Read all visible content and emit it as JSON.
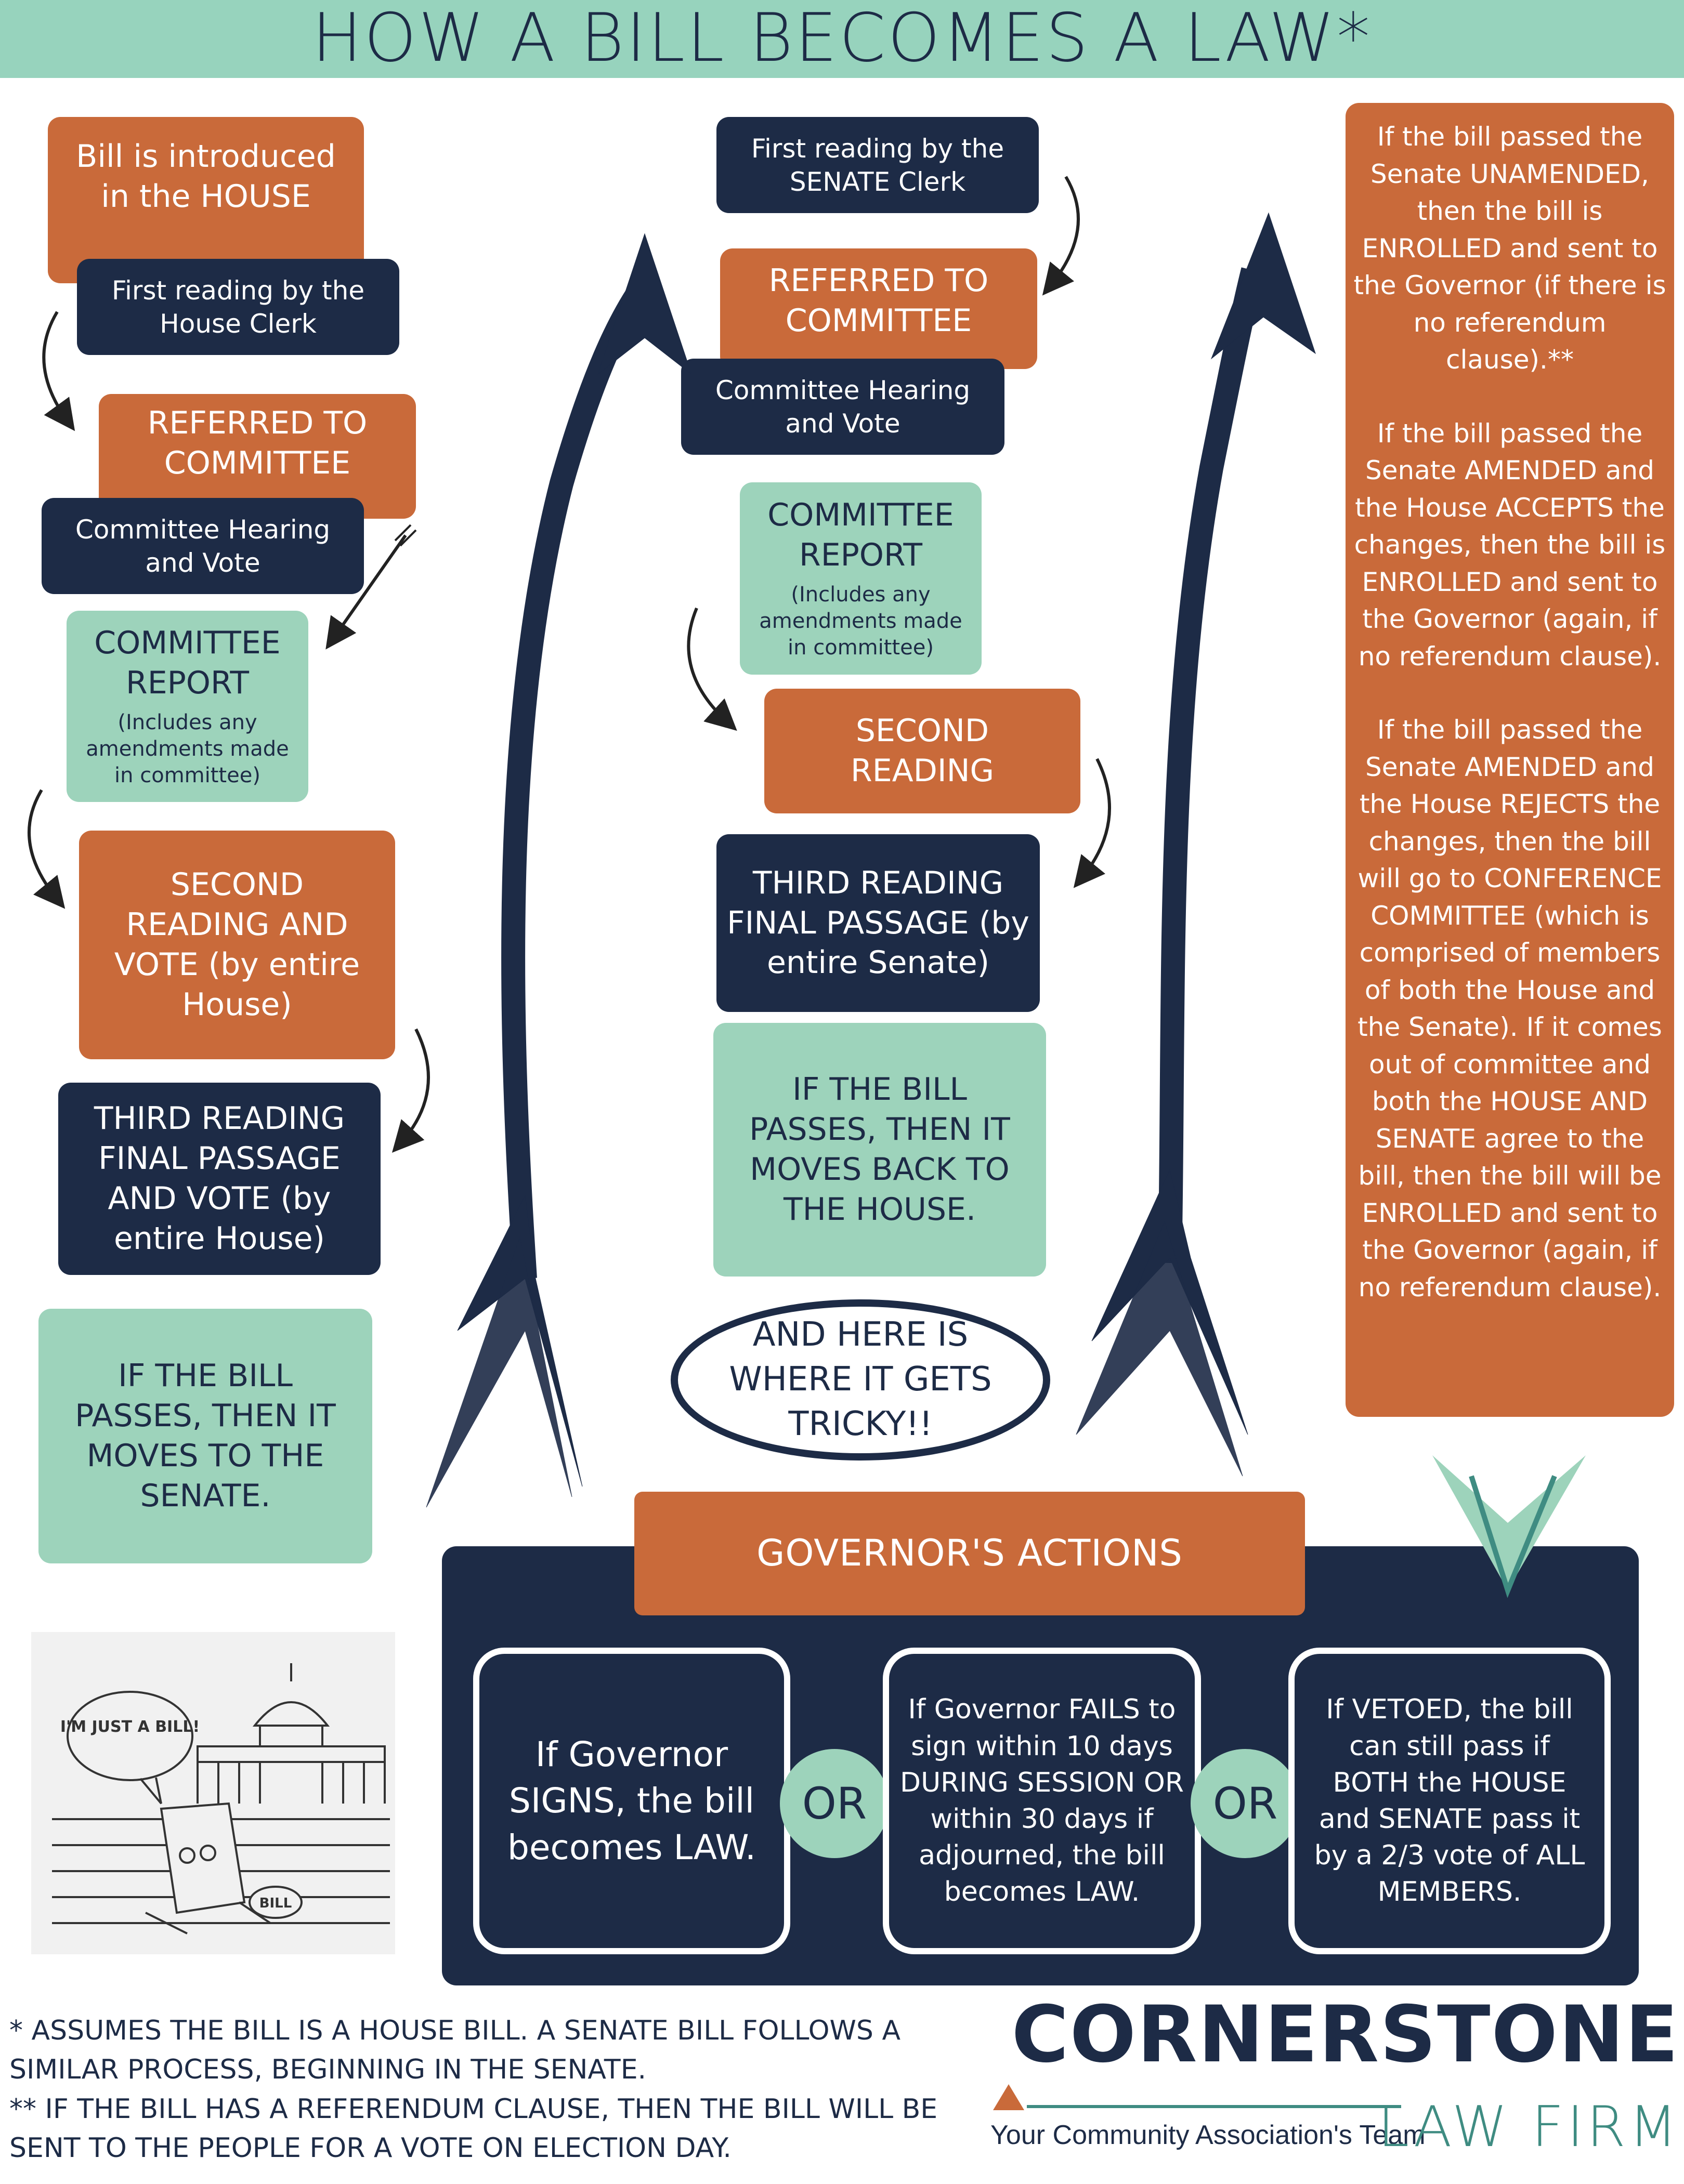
{
  "title": "HOW A BILL BECOMES A LAW*",
  "house": {
    "introduced": "Bill is introduced in the HOUSE",
    "first_reading": "First reading by the House Clerk",
    "referred": "REFERRED TO COMMITTEE",
    "hearing": "Committee Hearing and Vote",
    "report_title": "COMMITTEE REPORT",
    "report_note": "(Includes any amendments made in committee)",
    "second_reading": "SECOND READING AND VOTE (by entire House)",
    "third_reading": "THIRD READING FINAL PASSAGE AND VOTE (by entire House)",
    "passes": "IF THE BILL PASSES, THEN IT MOVES TO THE SENATE."
  },
  "senate": {
    "first_reading": "First reading by the SENATE Clerk",
    "referred": "REFERRED TO COMMITTEE",
    "hearing": "Committee Hearing and Vote",
    "report_title": "COMMITTEE REPORT",
    "report_note": "(Includes any amendments made in committee)",
    "second_reading": "SECOND READING",
    "third_reading": "THIRD READING FINAL PASSAGE (by entire Senate)",
    "passes": "IF THE BILL PASSES, THEN IT MOVES BACK TO THE HOUSE.",
    "tricky": "AND HERE IS WHERE IT GETS TRICKY!!"
  },
  "outcomes": {
    "unamended": "If the bill passed the Senate UNAMENDED, then the bill is ENROLLED and sent to the Governor (if there is no referendum clause).**",
    "accepts": "If the bill passed the Senate AMENDED and the House ACCEPTS the changes, then the bill is ENROLLED and sent to the Governor (again, if no referendum clause).",
    "rejects": "If the bill passed the Senate AMENDED and the House REJECTS the changes, then the bill will go to CONFERENCE COMMITTEE (which is comprised of members of both the House and the Senate).  If it comes out of committee and both the HOUSE AND SENATE agree to the bill, then the bill will be ENROLLED and sent to the Governor (again, if no referendum clause)."
  },
  "governor": {
    "heading": "GOVERNOR'S ACTIONS",
    "signs": "If Governor SIGNS, the bill becomes LAW.",
    "fails": "If Governor FAILS to sign within 10 days DURING SESSION OR within 30 days if adjourned, the bill becomes LAW.",
    "vetoed": "If VETOED, the bill can still pass if BOTH the HOUSE and SENATE pass it by a 2/3 vote of ALL MEMBERS.",
    "or_1": "OR",
    "or_2": "OR"
  },
  "cartoon": {
    "speech": "I'M JUST A BILL!",
    "tag": "BILL"
  },
  "footnotes": {
    "note1": "* ASSUMES THE BILL IS A HOUSE BILL.  A SENATE BILL FOLLOWS A SIMILAR PROCESS, BEGINNING IN THE SENATE.",
    "note2": "** IF THE BILL HAS A REFERENDUM CLAUSE, THEN THE BILL WILL BE SENT TO THE PEOPLE FOR A VOTE ON ELECTION DAY."
  },
  "logo": {
    "name": "CORNERSTONE",
    "tagline": "Your Community Association's Team",
    "firm": "LAW FIRM"
  },
  "colors": {
    "navy": "#1d2b46",
    "orange": "#c96a3a",
    "mint": "#9dd3bb",
    "teal": "#3f8c82"
  }
}
